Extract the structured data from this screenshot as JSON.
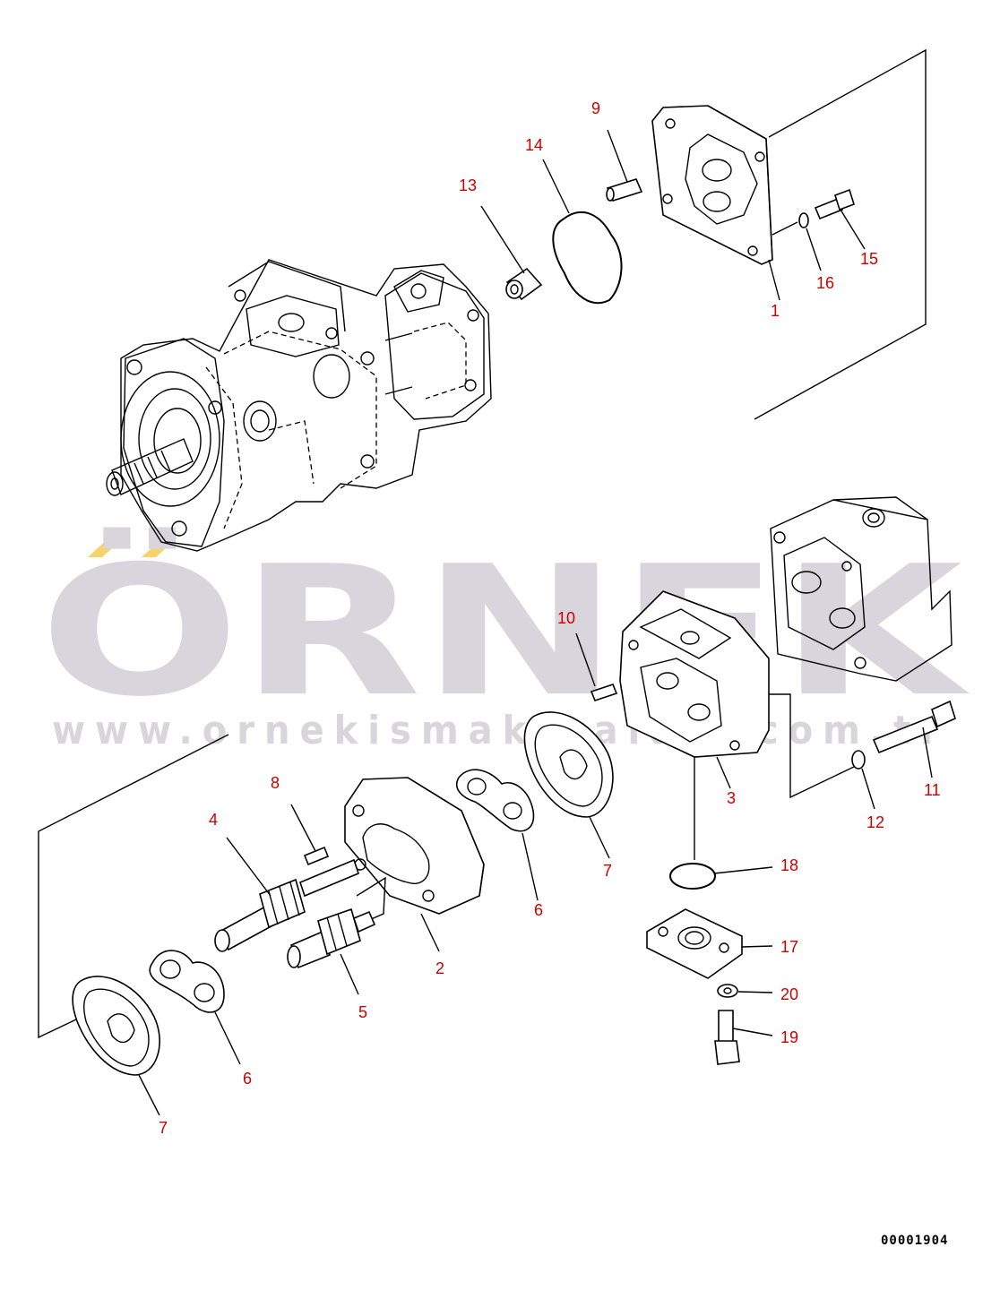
{
  "watermark": {
    "brand": "ÖRNEK",
    "url": "www.ornekismakinalari.com.tr",
    "text_color": "#d8d5dc",
    "accent_color": "#f5d26a"
  },
  "diagram": {
    "drawing_code": "00001904",
    "callout_color": "#cc0000",
    "callouts": [
      "1",
      "2",
      "3",
      "4",
      "5",
      "6",
      "6",
      "7",
      "7",
      "8",
      "9",
      "10",
      "11",
      "12",
      "13",
      "14",
      "15",
      "16",
      "17",
      "18",
      "19",
      "20"
    ]
  }
}
